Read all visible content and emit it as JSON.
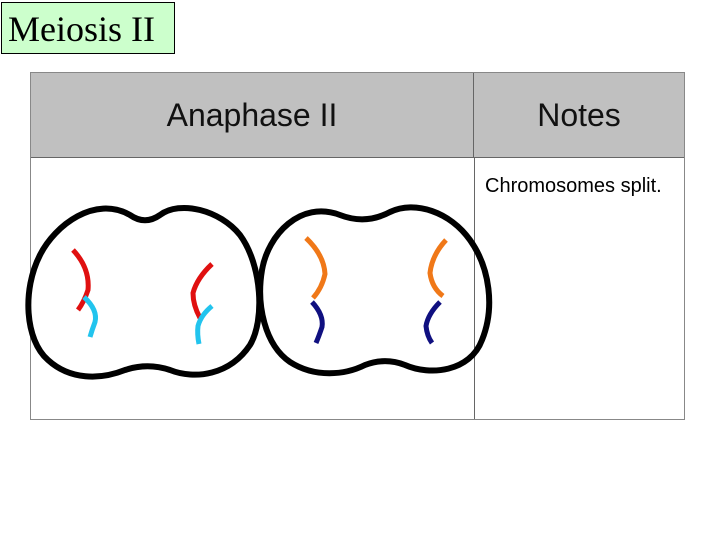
{
  "title": "Meiosis II",
  "table": {
    "headers": [
      "Anaphase II",
      "Notes"
    ],
    "notes": "Chromosomes split."
  },
  "colors": {
    "title_background": "#ccffcc",
    "header_background": "#c0c0c0",
    "chromosome_red": "#e01010",
    "chromosome_light_blue": "#22c4ee",
    "chromosome_orange": "#f07818",
    "chromosome_navy": "#101080",
    "cell_outline": "#000000"
  }
}
